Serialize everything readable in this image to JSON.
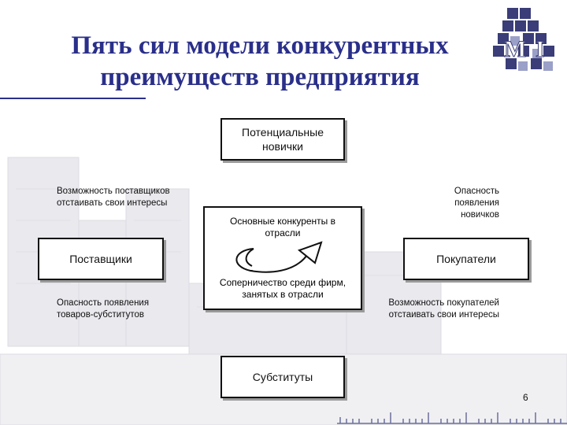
{
  "slide": {
    "title_line1": "Пять сил модели конкурентных",
    "title_line2": "преимуществ предприятия",
    "page_number": "6"
  },
  "diagram": {
    "top_box": "Потенциальные новички",
    "left_box": "Поставщики",
    "right_box": "Покупатели",
    "bottom_box": "Субституты",
    "center_top": "Основные конкуренты в отрасли",
    "center_bottom": "Соперничество среди фирм, занятых в отрасли",
    "note_top_left": "Возможность поставщиков отстаивать свои интересы",
    "note_top_right": "Опасность появления новичков",
    "note_bottom_left": "Опасность появления товаров-субститутов",
    "note_bottom_right": "Возможность покупателей отстаивать свои интересы"
  },
  "colors": {
    "title": "#2a2f8a",
    "logo": "#3a3d78"
  }
}
